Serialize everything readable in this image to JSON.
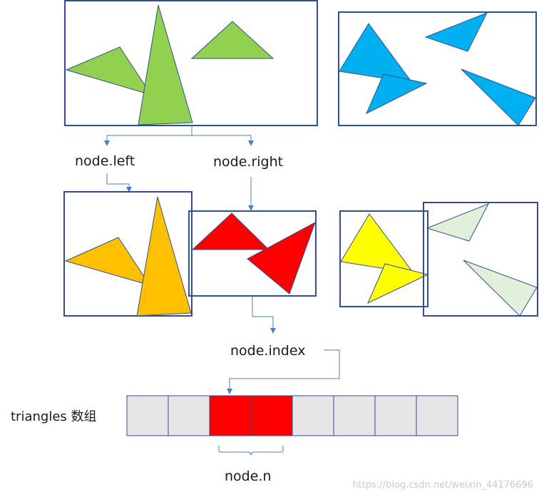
{
  "labels": {
    "node_left": "node.left",
    "node_right": "node.right",
    "node_index": "node.index",
    "triangles_array": "triangles 数组",
    "node_n": "node.n"
  },
  "watermark": "https://blog.csdn.net/weixin_44176696",
  "colors": {
    "box_border": "#2f4f8f",
    "connector": "#4a7ec8",
    "green": "#92d050",
    "blue": "#00b0f0",
    "orange": "#ffc000",
    "red": "#ff0000",
    "yellow": "#ffff00",
    "pale_green": "#e2efda",
    "cell_gray": "#e6e6e6"
  },
  "array": {
    "cell_count": 8,
    "highlighted_cells": [
      2,
      3
    ]
  }
}
